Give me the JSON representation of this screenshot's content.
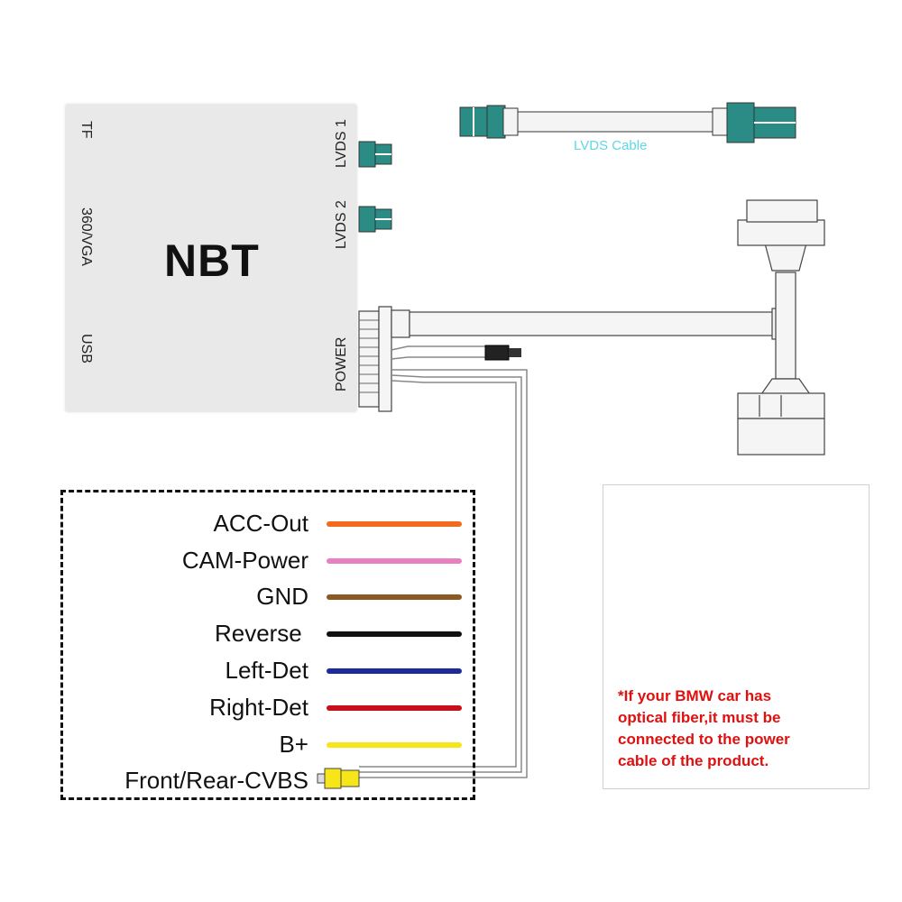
{
  "device": {
    "title": "NBT",
    "port_tf": "TF",
    "port_360": "360/VGA",
    "port_usb": "USB",
    "port_lvds1": "LVDS 1",
    "port_lvds2": "LVDS 2",
    "port_power": "POWER"
  },
  "cable": {
    "label": "LVDS Cable"
  },
  "wires": [
    {
      "label": "ACC-Out",
      "color": "#f26a1b"
    },
    {
      "label": "CAM-Power",
      "color": "#e87fc1"
    },
    {
      "label": "GND",
      "color": "#8a5a22"
    },
    {
      "label": "Reverse ",
      "color": "#111111"
    },
    {
      "label": "Left-Det",
      "color": "#1d2a9b"
    },
    {
      "label": "Right-Det",
      "color": "#c8101a"
    },
    {
      "label": "B+",
      "color": "#f6e619"
    },
    {
      "label": "Front/Rear-CVBS",
      "color": "#f6e619"
    }
  ],
  "note": {
    "lines": [
      "*If your BMW car has",
      "optical fiber,it must be",
      "connected to the power",
      "cable of the product."
    ],
    "color": "#e01010"
  }
}
